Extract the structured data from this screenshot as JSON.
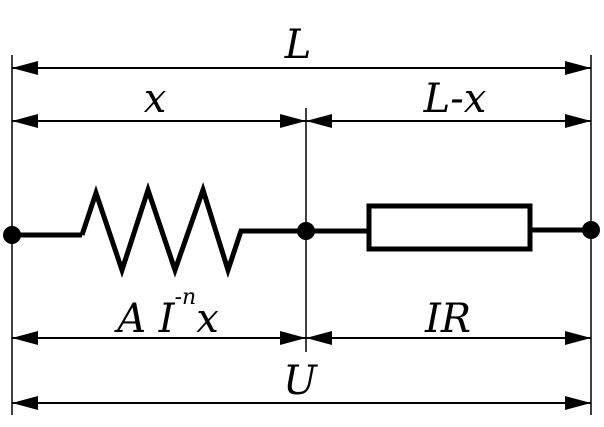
{
  "diagram": {
    "labels": {
      "total_length": "L",
      "arc_length": "x",
      "remaining_length": "L-x",
      "arc_voltage_prefix": "A I",
      "arc_voltage_exponent": "-n",
      "arc_voltage_suffix": "x",
      "resistor_voltage": "IR",
      "total_voltage": "U"
    },
    "colors": {
      "line": "#000000",
      "background": "#ffffff"
    }
  }
}
